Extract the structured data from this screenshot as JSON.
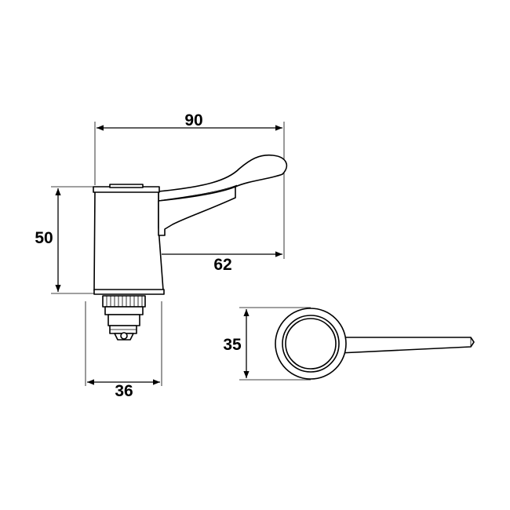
{
  "drawing": {
    "side_view": {
      "width_overall": "90",
      "height": "50",
      "lever_length": "62",
      "base_width": "36"
    },
    "top_view": {
      "diameter": "35"
    }
  }
}
